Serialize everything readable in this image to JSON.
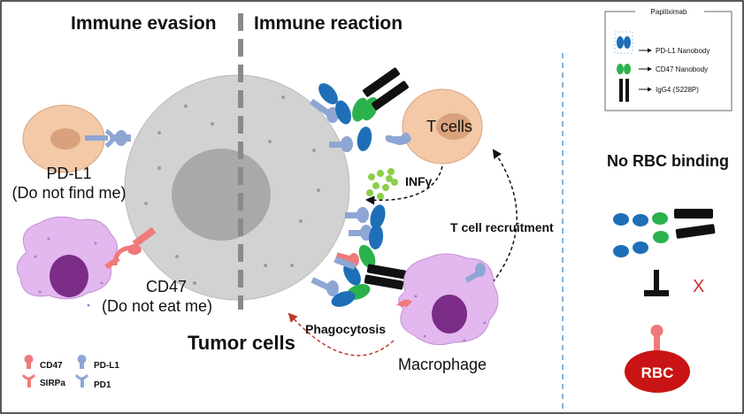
{
  "headings": {
    "immune_evasion": "Immune evasion",
    "immune_reaction": "Immune reaction",
    "tumor_cells": "Tumor cells",
    "no_rbc_binding": "No RBC binding"
  },
  "labels": {
    "pdl1": "PD-L1",
    "pdl1_sub": "(Do not find me)",
    "cd47": "CD47",
    "cd47_sub": "(Do not eat me)",
    "t_cells": "T cells",
    "infg": "INFγ",
    "t_cell_recruitment": "T cell recruitment",
    "phagocytosis": "Phagocytosis",
    "macrophage": "Macrophage",
    "rbc": "RBC",
    "x_mark": "X"
  },
  "legend_box": {
    "title": "Papiliximab",
    "items": [
      "PD-L1 Nanobody",
      "CD47 Nanobody",
      "IgG4 (S228P)"
    ]
  },
  "legend_bottom": {
    "cd47": "CD47",
    "sirpa": "SIRPa",
    "pdl1": "PD-L1",
    "pd1": "PD1"
  },
  "colors": {
    "tumor_cell": "#d2d2d2",
    "pdl1_nanobody": "#1e6fb8",
    "cd47_nanobody": "#2bb24c",
    "igg4": "#111111",
    "receptor_blue": "#8ea6d4",
    "receptor_red": "#f07a7a",
    "macrophage": "#e2b8ee",
    "t_cell": "#f3c9a8",
    "rbc": "#c81414",
    "divider": "#5b9bd5",
    "inf_dots": "#8ccf4a"
  }
}
